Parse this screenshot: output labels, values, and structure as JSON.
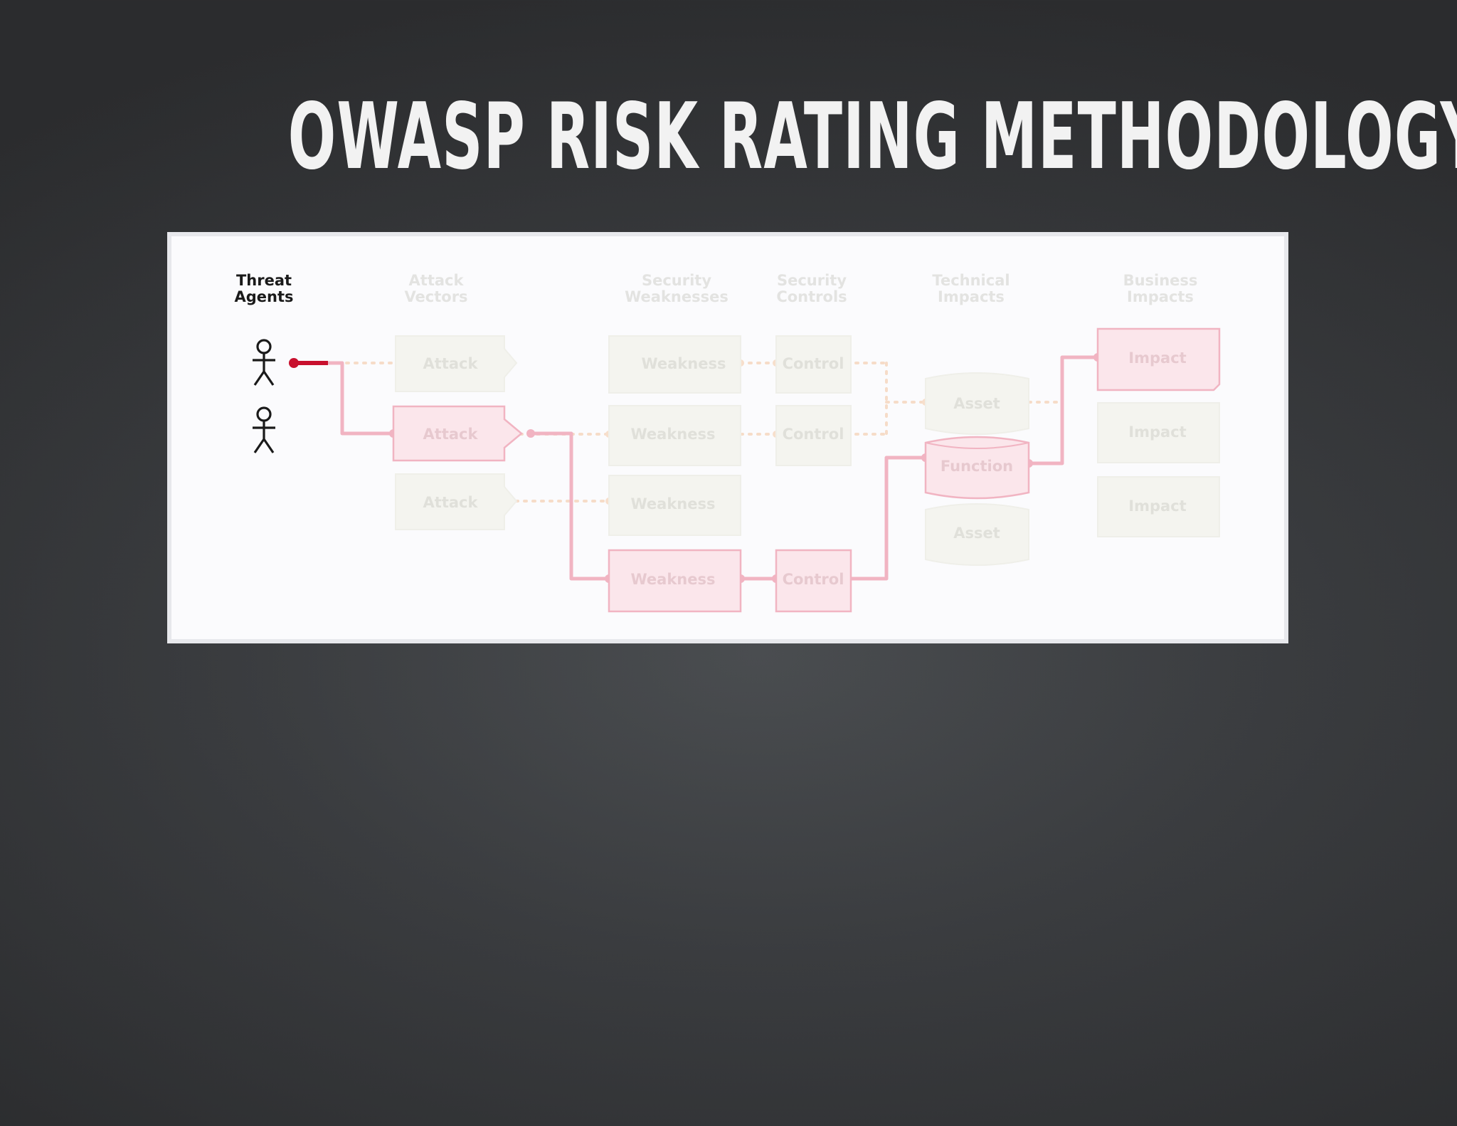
{
  "title": "OWASP RISK RATING METHODOLOGY",
  "diagram": {
    "columns": [
      {
        "line1": "Threat",
        "line2": "Agents"
      },
      {
        "line1": "Attack",
        "line2": "Vectors"
      },
      {
        "line1": "Security",
        "line2": "Weaknesses"
      },
      {
        "line1": "Security",
        "line2": "Controls"
      },
      {
        "line1": "Technical",
        "line2": "Impacts"
      },
      {
        "line1": "Business",
        "line2": "Impacts"
      }
    ],
    "attacks": [
      "Attack",
      "Attack",
      "Attack"
    ],
    "weaknesses": [
      "Weakness",
      "Weakness",
      "Weakness",
      "Weakness"
    ],
    "controls": [
      "Control",
      "Control",
      "Control"
    ],
    "assets": [
      "Asset",
      "Function",
      "Asset"
    ],
    "impacts": [
      "Impact",
      "Impact",
      "Impact"
    ]
  },
  "colors": {
    "highlight": "#c8102e",
    "path": "#f1b4c2",
    "dim_text": "#dcdcd6",
    "dim_box": "#f4f4ef"
  }
}
